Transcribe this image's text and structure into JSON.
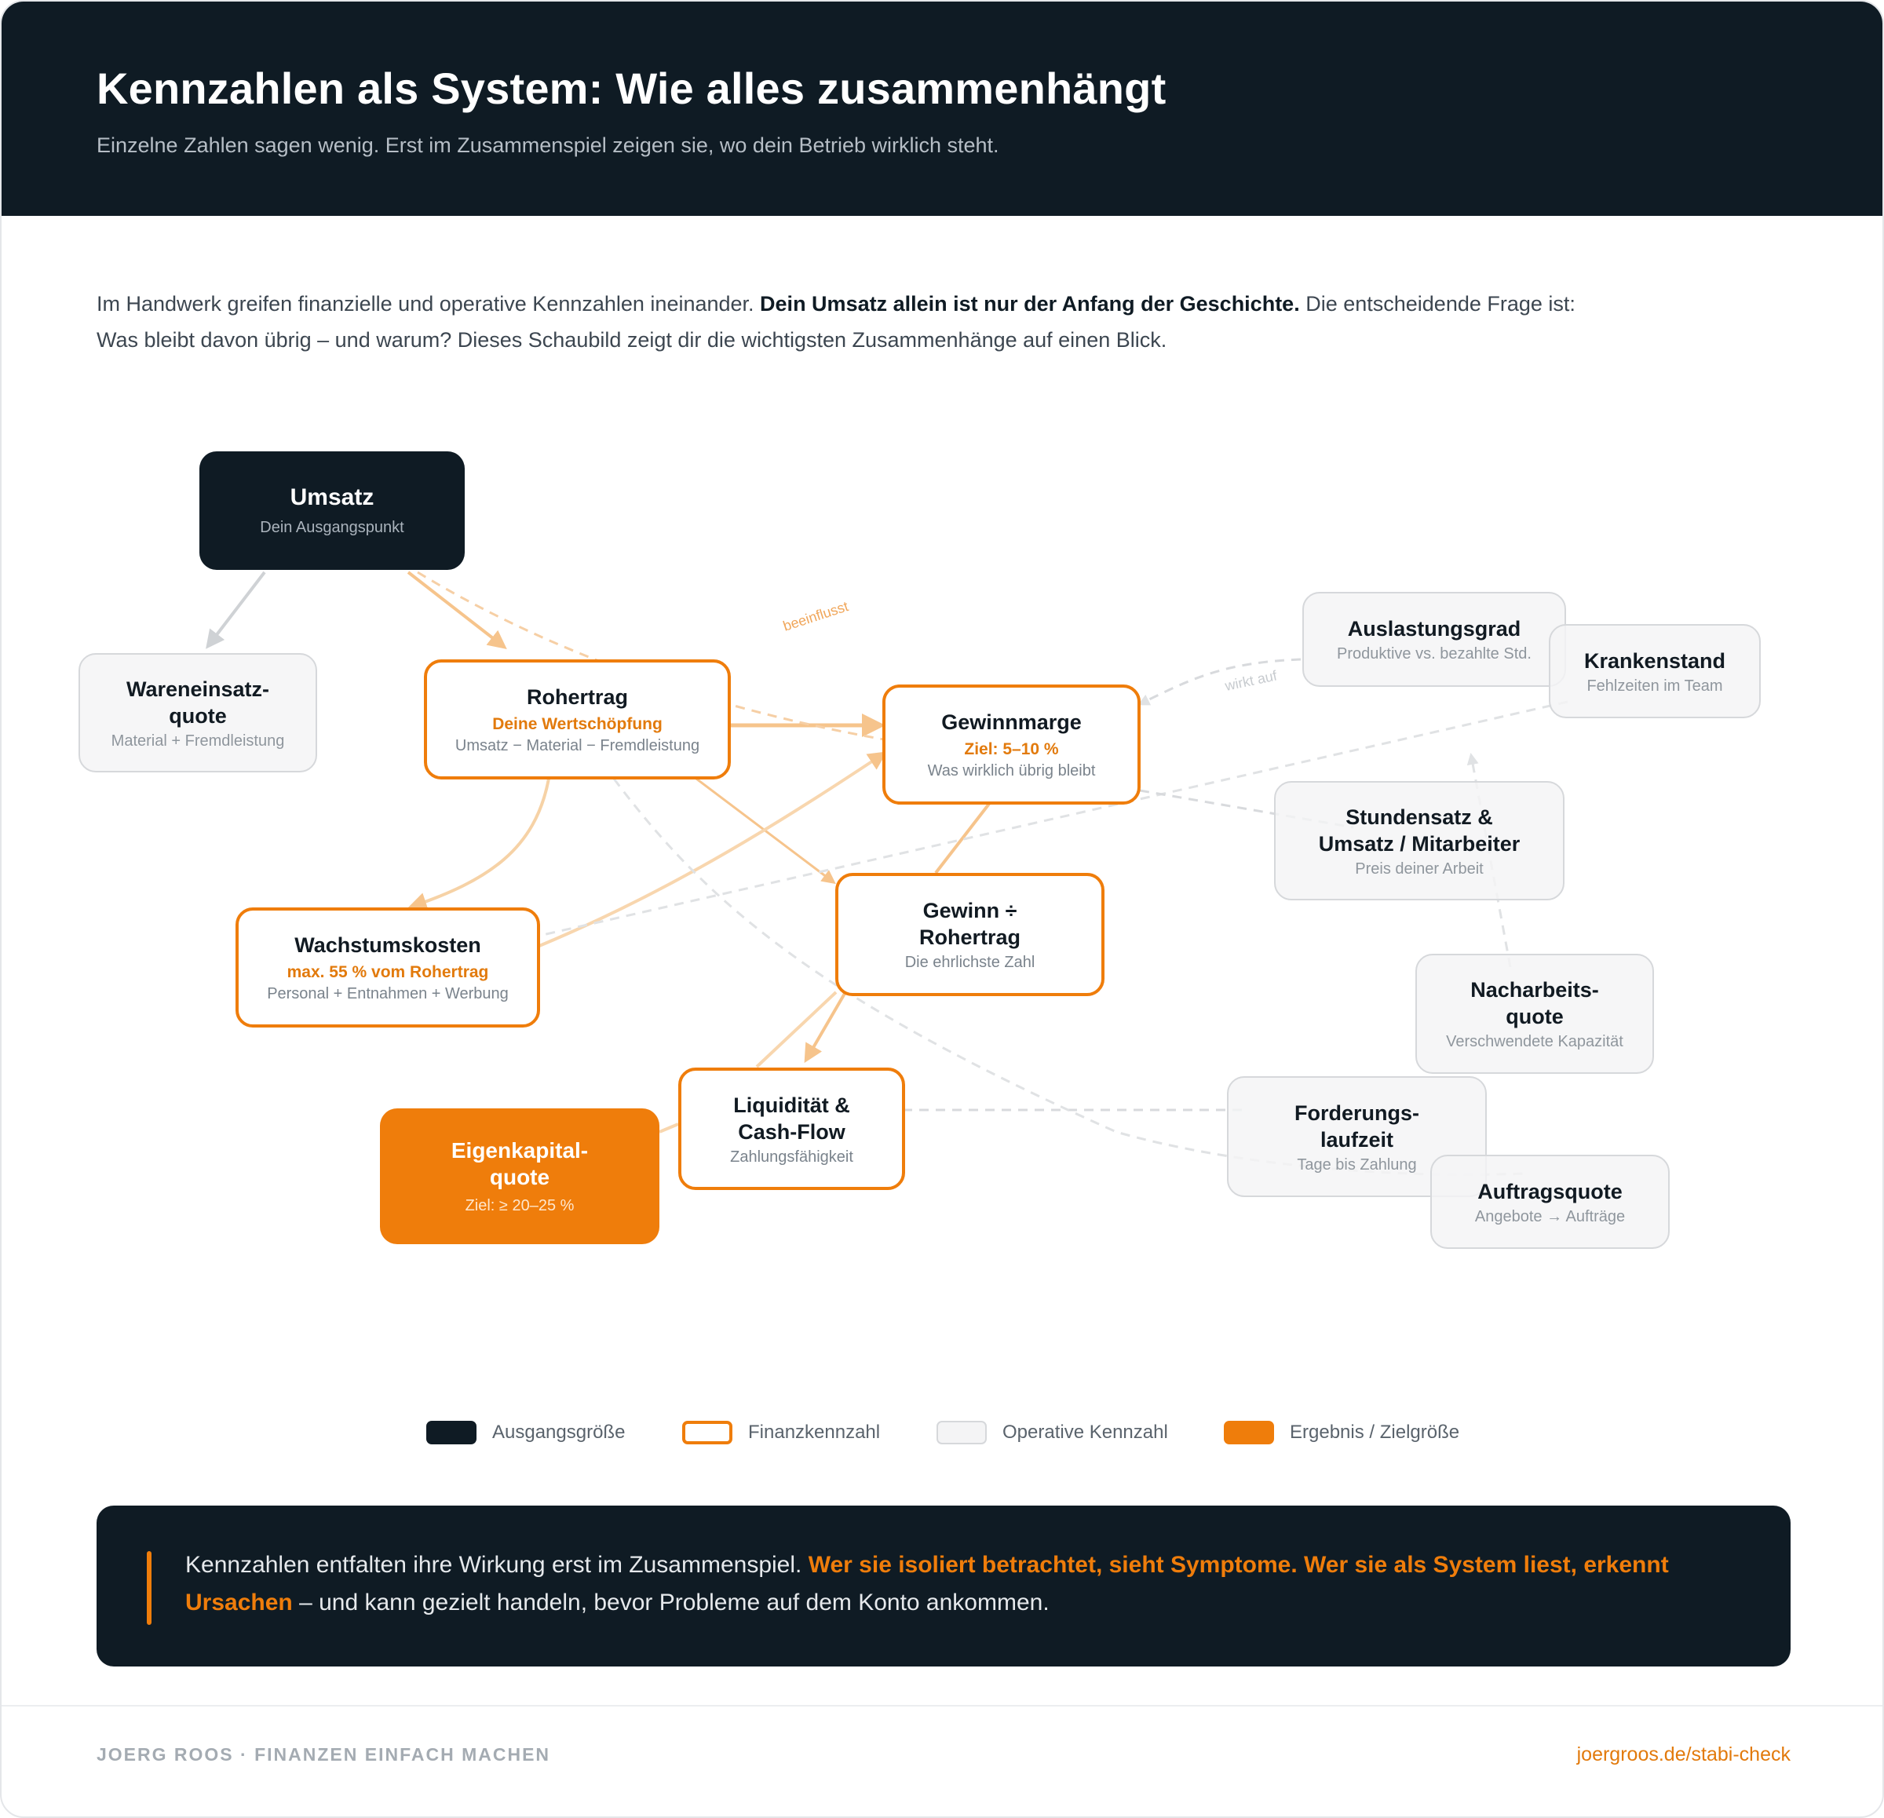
{
  "header": {
    "title": "Kennzahlen als System: Wie alles zusammenhängt",
    "subtitle": "Einzelne Zahlen sagen wenig. Erst im Zusammenspiel zeigen sie, wo dein Betrieb wirklich steht."
  },
  "intro": {
    "part1": "Im Handwerk greifen finanzielle und operative Kennzahlen ineinander. ",
    "bold": "Dein Umsatz allein ist nur der Anfang der Geschichte.",
    "part2": " Die entscheidende Frage ist: Was bleibt davon übrig – und warum? Dieses Schaubild zeigt dir die wichtigsten Zusammenhänge auf einen Blick."
  },
  "nodes": {
    "umsatz": {
      "title": "Umsatz",
      "sub": "Dein Ausgangspunkt"
    },
    "wareneinsatz": {
      "title": "Wareneinsatz-\nquote",
      "sub": "Material + Fremdleistung"
    },
    "rohertrag": {
      "title": "Rohertrag",
      "highlight": "Deine Wertschöpfung",
      "sub": "Umsatz − Material − Fremdleistung"
    },
    "gewinnmarge": {
      "title": "Gewinnmarge",
      "highlight": "Ziel: 5–10 %",
      "sub": "Was wirklich übrig bleibt"
    },
    "wachstumskosten": {
      "title": "Wachstumskosten",
      "highlight": "max. 55 % vom Rohertrag",
      "sub": "Personal + Entnahmen + Werbung"
    },
    "gewinn_rohertrag": {
      "title": "Gewinn ÷\nRohertrag",
      "sub": "Die ehrlichste Zahl"
    },
    "liquiditaet": {
      "title": "Liquidität &\nCash-Flow",
      "sub": "Zahlungsfähigkeit"
    },
    "eigenkapital": {
      "title": "Eigenkapital-\nquote",
      "sub": "Ziel: ≥ 20–25 %"
    },
    "auslastung": {
      "title": "Auslastungsgrad",
      "sub": "Produktive vs. bezahlte Std."
    },
    "krankenstand": {
      "title": "Krankenstand",
      "sub": "Fehlzeiten im Team"
    },
    "stundensatz": {
      "title": "Stundensatz &\nUmsatz / Mitarbeiter",
      "sub": "Preis deiner Arbeit"
    },
    "nacharbeit": {
      "title": "Nacharbeits-\nquote",
      "sub": "Verschwendete Kapazität"
    },
    "forderung": {
      "title": "Forderungs-\nlaufzeit",
      "sub": "Tage bis Zahlung"
    },
    "auftrag": {
      "title": "Auftragsquote",
      "sub": "Angebote → Aufträge"
    }
  },
  "edge_labels": {
    "beeinflusst": "beeinflusst",
    "wirkt_auf": "wirkt auf"
  },
  "legend": {
    "ausgang": "Ausgangsgröße",
    "finanz": "Finanzkennzahl",
    "operativ": "Operative Kennzahl",
    "ergebnis": "Ergebnis / Zielgröße"
  },
  "callout": {
    "part1": "Kennzahlen entfalten ihre Wirkung erst im Zusammenspiel. ",
    "highlight": "Wer sie isoliert betrachtet, sieht Symptome. Wer sie als System liest, erkennt Ursachen",
    "part2": " – und kann gezielt handeln, bevor Probleme auf dem Konto ankommen."
  },
  "footer": {
    "left": "JOERG ROOS · FINANZEN EINFACH MACHEN",
    "right": "joergroos.de/stabi-check"
  },
  "colors": {
    "dark": "#0f1b24",
    "accent": "#ef7d0b",
    "operative_fill": "#f4f4f5",
    "operative_border": "#d6d8db"
  }
}
